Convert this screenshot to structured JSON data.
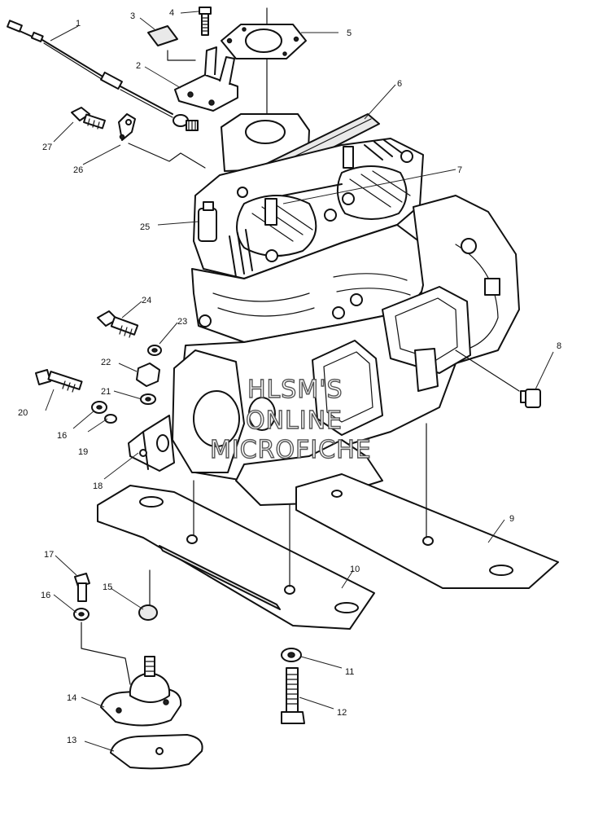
{
  "diagram": {
    "callouts": [
      {
        "id": "c1",
        "label": "1"
      },
      {
        "id": "c2",
        "label": "2"
      },
      {
        "id": "c3",
        "label": "3"
      },
      {
        "id": "c4",
        "label": "4"
      },
      {
        "id": "c5",
        "label": "5"
      },
      {
        "id": "c6",
        "label": "6"
      },
      {
        "id": "c7",
        "label": "7"
      },
      {
        "id": "c8",
        "label": "8"
      },
      {
        "id": "c9",
        "label": "9"
      },
      {
        "id": "c10",
        "label": "10"
      },
      {
        "id": "c11",
        "label": "11"
      },
      {
        "id": "c12",
        "label": "12"
      },
      {
        "id": "c13",
        "label": "13"
      },
      {
        "id": "c14",
        "label": "14"
      },
      {
        "id": "c15",
        "label": "15"
      },
      {
        "id": "c16a",
        "label": "16"
      },
      {
        "id": "c16b",
        "label": "16"
      },
      {
        "id": "c17",
        "label": "17"
      },
      {
        "id": "c18",
        "label": "18"
      },
      {
        "id": "c19",
        "label": "19"
      },
      {
        "id": "c20",
        "label": "20"
      },
      {
        "id": "c21",
        "label": "21"
      },
      {
        "id": "c22",
        "label": "22"
      },
      {
        "id": "c23",
        "label": "23"
      },
      {
        "id": "c24",
        "label": "24"
      },
      {
        "id": "c25",
        "label": "25"
      },
      {
        "id": "c26",
        "label": "26"
      },
      {
        "id": "c27",
        "label": "27"
      }
    ],
    "watermark": {
      "line1": "HLSM'S",
      "line2": "ONLINE",
      "line3": "MICROFICHE"
    }
  }
}
